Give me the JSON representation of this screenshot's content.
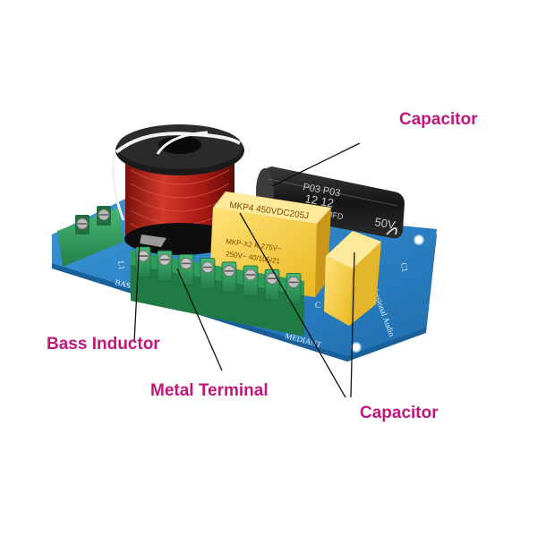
{
  "callouts": {
    "capacitor_top": "Capacitor",
    "bass_inductor": "Bass Inductor",
    "metal_terminal": "Metal Terminal",
    "capacitor_bottom": "Capacitor"
  },
  "board_markings": {
    "film_cap_main": "MKP4 450VDC205J",
    "film_cap_line2": "MKP-X2  K 275V~",
    "film_cap_line3": "250V~  40/105/21",
    "electrolytic_line1": "P03  P03",
    "electrolytic_line2": "12   12",
    "electrolytic_line3": "MFD  MFD",
    "electrolytic_line4": "50V",
    "silk_bass": "BASS",
    "silk_mediant": "MEDIANT",
    "silk_brand": "Professional Audio",
    "silk_l1": "L1",
    "silk_c1": "C1",
    "silk_c": "C"
  },
  "colors": {
    "callout": "#c0177a",
    "pcb": "#2f86c8",
    "terminal": "#2f9c5a",
    "coil": "#b3221a",
    "film_cap": "#f2cf3a",
    "electrolytic": "#1c1c1c"
  }
}
